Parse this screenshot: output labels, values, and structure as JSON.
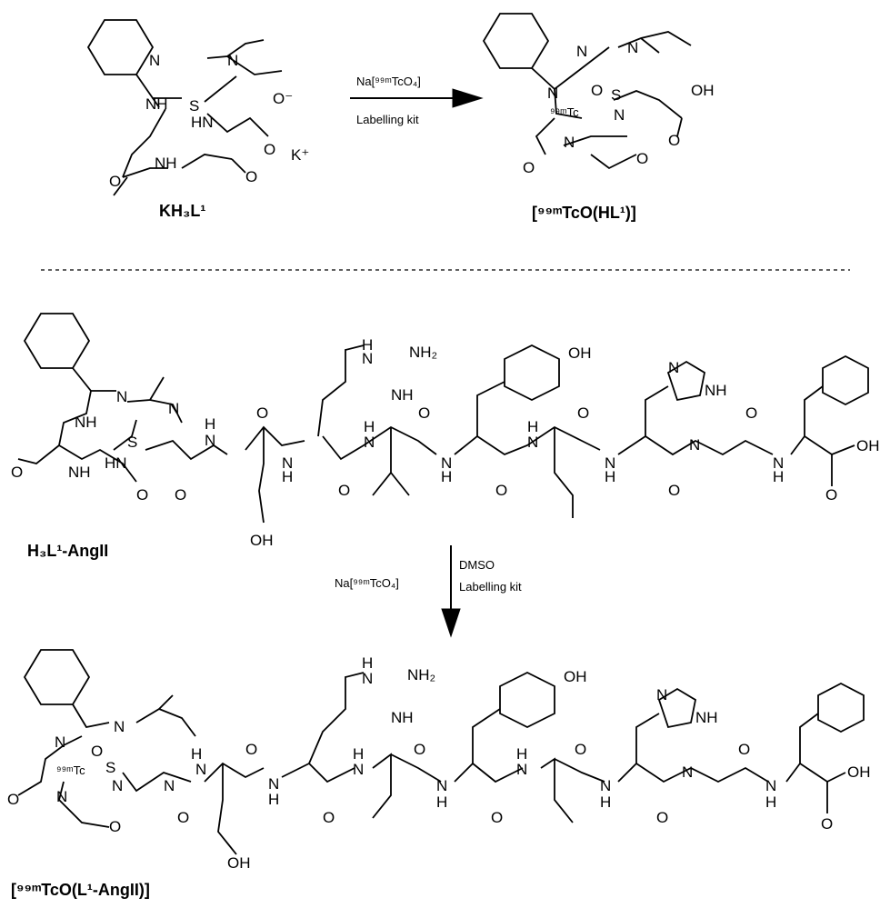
{
  "scheme": {
    "top": {
      "reactant_label": "KH₃L¹",
      "counter_ion": "K⁺",
      "reagent": "Na[⁹⁹ᵐTcO₄]",
      "conditions": "Labelling kit",
      "product_label": "[⁹⁹ᵐTcO(HL¹)]"
    },
    "bottom": {
      "reactant_label": "H₃L¹-AngII",
      "reagent": "Na[⁹⁹ᵐTcO₄]",
      "solvent": "DMSO",
      "conditions": "Labelling kit",
      "product_label": "[⁹⁹ᵐTcO(L¹-AngII)]"
    },
    "atoms": {
      "N": "N",
      "NH": "NH",
      "HN": "HN",
      "H": "H",
      "S": "S",
      "O": "O",
      "OH": "OH",
      "NH2": "NH₂",
      "O_minus": "O⁻",
      "tc": "⁹⁹ᵐTc",
      "carboxyl": "OH"
    }
  }
}
